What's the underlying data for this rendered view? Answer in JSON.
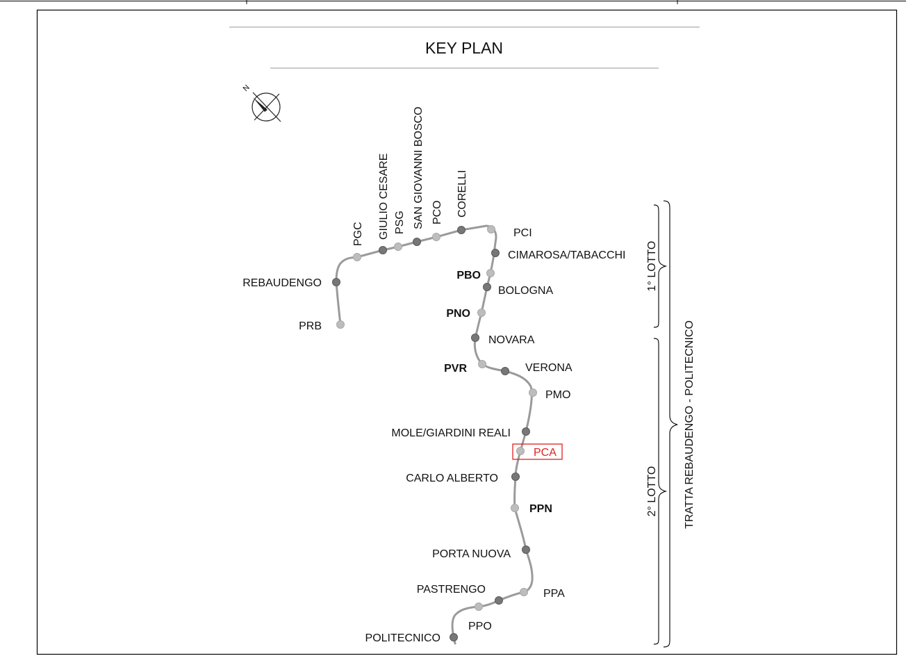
{
  "title": "KEY PLAN",
  "north_label": "N",
  "highlight_color": "#e0201f",
  "line_color": "#9a9a9a",
  "station_dark_color": "#777777",
  "station_light_color": "#bdbdbd",
  "stations": [
    {
      "id": "prb",
      "label": "PRB",
      "kind": "light",
      "bold": false
    },
    {
      "id": "rebaudengo",
      "label": "REBAUDENGO",
      "kind": "dark",
      "bold": false
    },
    {
      "id": "pgc",
      "label": "PGC",
      "kind": "light",
      "bold": false
    },
    {
      "id": "giulio-cesare",
      "label": "GIULIO CESARE",
      "kind": "dark",
      "bold": false
    },
    {
      "id": "psg",
      "label": "PSG",
      "kind": "light",
      "bold": false
    },
    {
      "id": "san-giovanni-bosco",
      "label": "SAN GIOVANNI BOSCO",
      "kind": "dark",
      "bold": false
    },
    {
      "id": "pco",
      "label": "PCO",
      "kind": "light",
      "bold": false
    },
    {
      "id": "corelli",
      "label": "CORELLI",
      "kind": "dark",
      "bold": false
    },
    {
      "id": "pci",
      "label": "PCI",
      "kind": "light",
      "bold": false
    },
    {
      "id": "cimarosa-tabacchi",
      "label": "CIMAROSA/TABACCHI",
      "kind": "dark",
      "bold": false
    },
    {
      "id": "pbo",
      "label": "PBO",
      "kind": "light",
      "bold": true
    },
    {
      "id": "bologna",
      "label": "BOLOGNA",
      "kind": "dark",
      "bold": false
    },
    {
      "id": "pno",
      "label": "PNO",
      "kind": "light",
      "bold": true
    },
    {
      "id": "novara",
      "label": "NOVARA",
      "kind": "dark",
      "bold": false
    },
    {
      "id": "pvr",
      "label": "PVR",
      "kind": "light",
      "bold": true
    },
    {
      "id": "verona",
      "label": "VERONA",
      "kind": "dark",
      "bold": false
    },
    {
      "id": "pmo",
      "label": "PMO",
      "kind": "light",
      "bold": false
    },
    {
      "id": "mole-giardini-reali",
      "label": "MOLE/GIARDINI REALI",
      "kind": "dark",
      "bold": false
    },
    {
      "id": "pca",
      "label": "PCA",
      "kind": "light",
      "bold": false,
      "highlighted": true
    },
    {
      "id": "carlo-alberto",
      "label": "CARLO ALBERTO",
      "kind": "dark",
      "bold": false
    },
    {
      "id": "ppn",
      "label": "PPN",
      "kind": "light",
      "bold": true
    },
    {
      "id": "porta-nuova",
      "label": "PORTA NUOVA",
      "kind": "dark",
      "bold": false
    },
    {
      "id": "ppa",
      "label": "PPA",
      "kind": "light",
      "bold": false
    },
    {
      "id": "pastrengo",
      "label": "PASTRENGO",
      "kind": "dark",
      "bold": false
    },
    {
      "id": "ppo",
      "label": "PPO",
      "kind": "light",
      "bold": false
    },
    {
      "id": "politecnico",
      "label": "POLITECNICO",
      "kind": "dark",
      "bold": false
    }
  ],
  "lots": {
    "lot1": "1° LOTTO",
    "lot2": "2° LOTTO",
    "section": "TRATTA REBAUDENGO - POLITECNICO"
  }
}
